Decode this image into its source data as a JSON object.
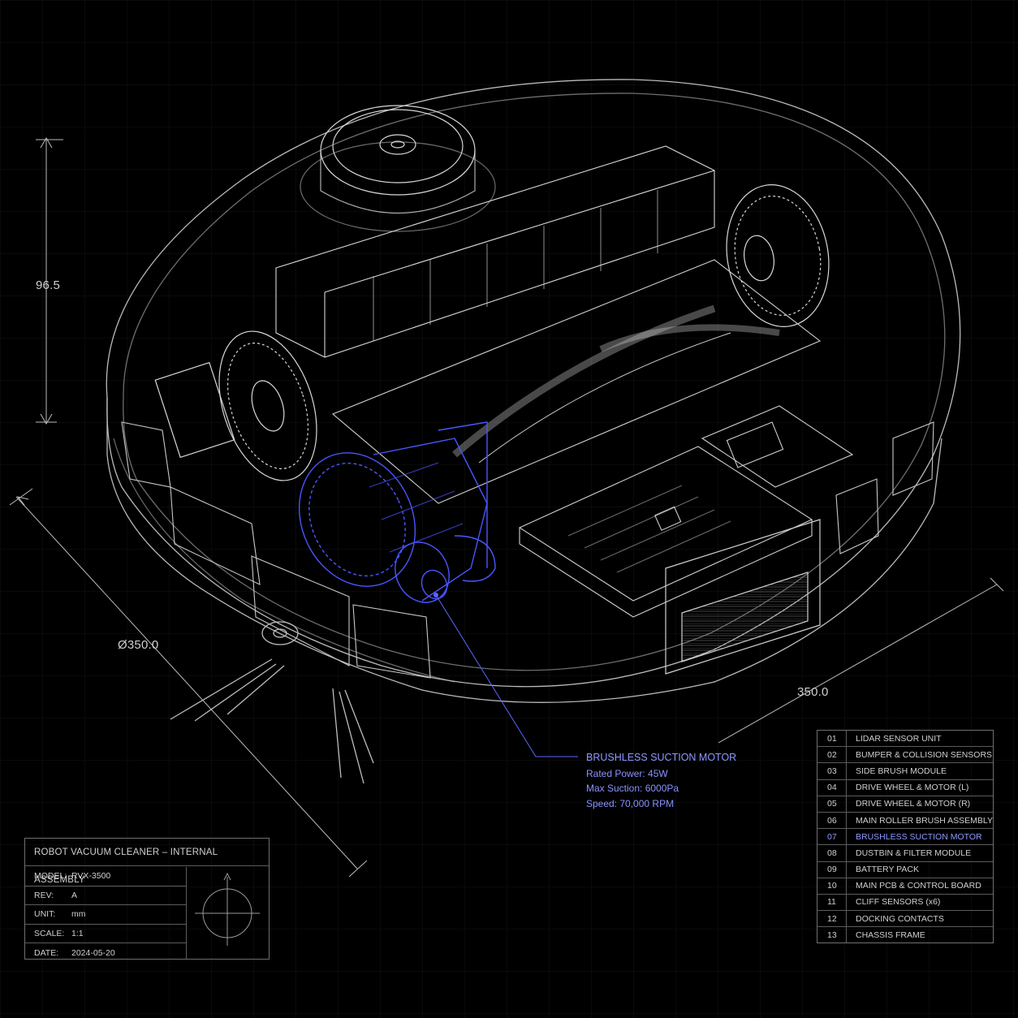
{
  "dimensions": {
    "height": "96.5",
    "diameter": "Ø350.0",
    "width": "350.0"
  },
  "callout": {
    "title": "BRUSHLESS SUCTION MOTOR",
    "specs": [
      "Rated Power: 45W",
      "Max Suction: 6000Pa",
      "Speed: 70,000 RPM"
    ]
  },
  "legend": [
    {
      "num": "01",
      "label": "LIDAR SENSOR UNIT"
    },
    {
      "num": "02",
      "label": "BUMPER & COLLISION SENSORS"
    },
    {
      "num": "03",
      "label": "SIDE BRUSH MODULE"
    },
    {
      "num": "04",
      "label": "DRIVE WHEEL & MOTOR (L)"
    },
    {
      "num": "05",
      "label": "DRIVE WHEEL & MOTOR (R)"
    },
    {
      "num": "06",
      "label": "MAIN ROLLER BRUSH ASSEMBLY"
    },
    {
      "num": "07",
      "label": "BRUSHLESS SUCTION MOTOR",
      "highlight": true
    },
    {
      "num": "08",
      "label": "DUSTBIN & FILTER MODULE"
    },
    {
      "num": "09",
      "label": "BATTERY PACK"
    },
    {
      "num": "10",
      "label": "MAIN PCB & CONTROL BOARD"
    },
    {
      "num": "11",
      "label": "CLIFF SENSORS (x6)"
    },
    {
      "num": "12",
      "label": "DOCKING CONTACTS"
    },
    {
      "num": "13",
      "label": "CHASSIS FRAME"
    }
  ],
  "title_block": {
    "title": "ROBOT VACUUM CLEANER – INTERNAL ASSEMBLY",
    "rows": [
      {
        "key": "MODEL:",
        "value": "RVX-3500"
      },
      {
        "key": "REV:",
        "value": "A"
      },
      {
        "key": "UNIT:",
        "value": "mm"
      },
      {
        "key": "SCALE:",
        "value": "1:1"
      },
      {
        "key": "DATE:",
        "value": "2024-05-20"
      }
    ]
  },
  "colors": {
    "background": "#000000",
    "line": "#d8d8d8",
    "highlight": "#4a55ff"
  }
}
